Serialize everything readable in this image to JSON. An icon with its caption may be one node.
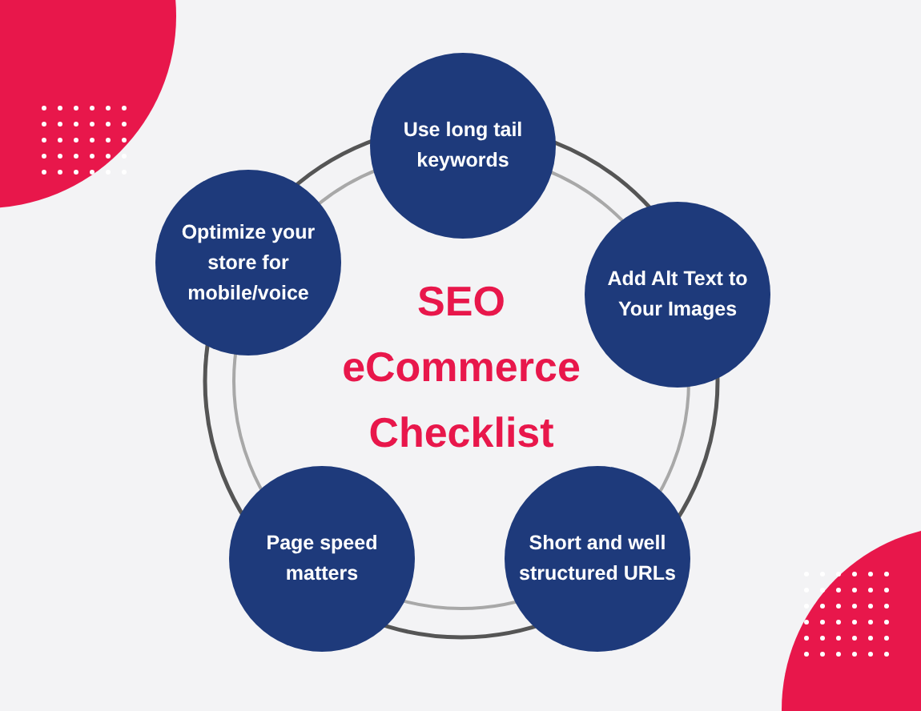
{
  "diagram": {
    "title": "SEO eCommerce Checklist",
    "nodes": [
      {
        "text": [
          "Use long tail keywords"
        ]
      },
      {
        "text": [
          "Optimize your store for mobile/voice"
        ]
      },
      {
        "text": [
          "Add Alt Text to Your Images"
        ]
      },
      {
        "text": [
          "Page speed matters"
        ]
      },
      {
        "text": [
          "Short and well structured URLs"
        ]
      }
    ]
  }
}
